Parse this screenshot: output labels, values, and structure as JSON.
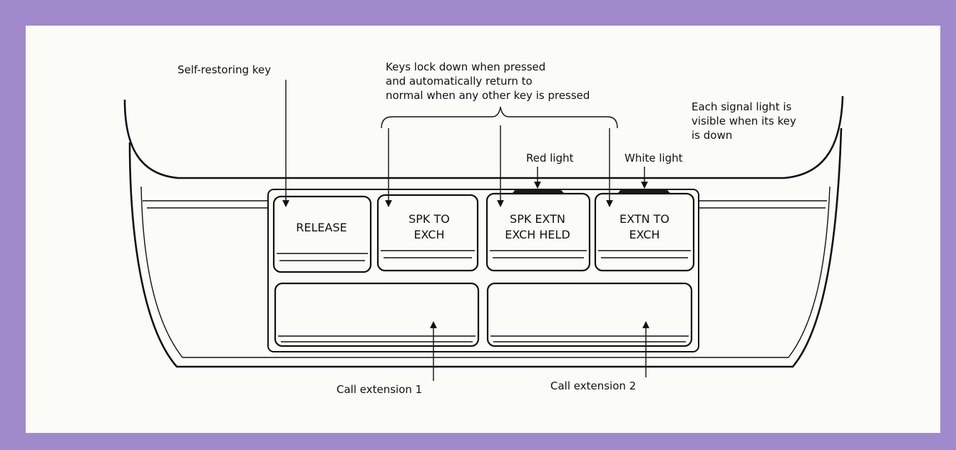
{
  "colors": {
    "border": "#a08acb",
    "paper": "#fbfbf7",
    "ink": "#111111",
    "light_bar": "#1a1a1a"
  },
  "labels": {
    "self_restoring": "Self-restoring key",
    "lock_line1": "Keys lock down when pressed",
    "lock_line2": "and automatically return to",
    "lock_line3": "normal when any other key is pressed",
    "signal_line1": "Each signal light is",
    "signal_line2": "visible when its key",
    "signal_line3": "is down",
    "red_light": "Red light",
    "white_light": "White light",
    "call_ext_1": "Call extension 1",
    "call_ext_2": "Call extension 2"
  },
  "keys": {
    "release": "RELEASE",
    "spk_exch_1": "SPK TO",
    "spk_exch_2": "EXCH",
    "spk_extn_1": "SPK EXTN",
    "spk_extn_2": "EXCH HELD",
    "extn_exch_1": "EXTN TO",
    "extn_exch_2": "EXCH"
  }
}
